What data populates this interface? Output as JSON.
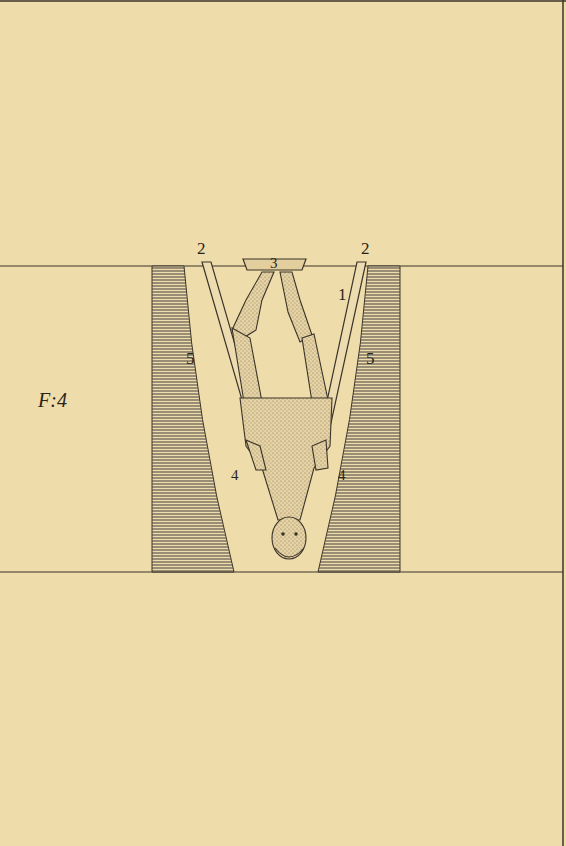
{
  "diagram": {
    "labels": [
      "F:4",
      "2",
      "2",
      "3",
      "1",
      "4",
      "4",
      "5",
      "5"
    ]
  }
}
